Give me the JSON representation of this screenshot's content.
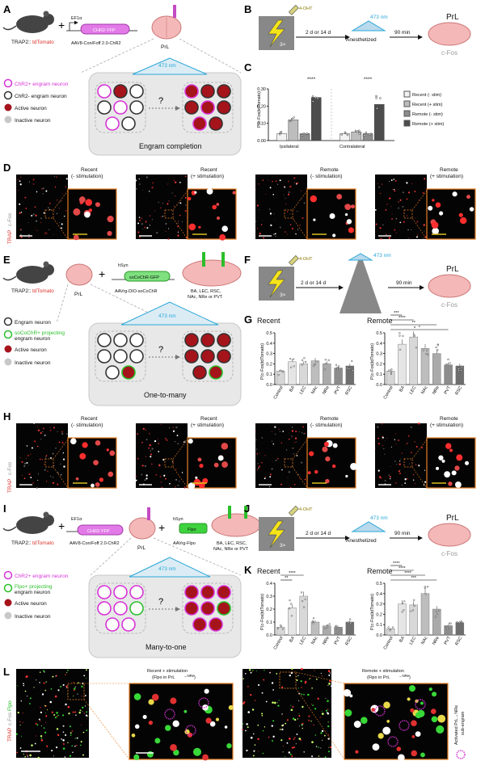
{
  "panels": {
    "A": {
      "label": "A",
      "mouse": "TRAP2::",
      "mouse_tag": "tdTomato",
      "promoter": "EF1α",
      "construct": "CHR2-YFP",
      "virus": "AAV8-Con/Foff 2.0-ChR2",
      "region": "PrL",
      "light": "473 nm",
      "legend": [
        {
          "text": "ChR2+ engram neuron",
          "color": "#d633d6"
        },
        {
          "text": "ChR2- engram neuron",
          "color": "#333333"
        },
        {
          "text": "Active neuron",
          "color": "#a5131b"
        },
        {
          "text": "Inactive neuron",
          "color": "#c8c8c8"
        }
      ],
      "caption": "Engram completion",
      "question": "?"
    },
    "B": {
      "label": "B",
      "drug": "4-OHT",
      "times": "3×",
      "delay": "2 d or 14 d",
      "light": "473 nm",
      "state": "Anesthetized",
      "wait": "90 min",
      "region": "PrL",
      "readout": "c-Fos"
    },
    "C": {
      "label": "C",
      "ylabel": "P(c-Fos|tdTomato)",
      "groups": [
        "Ipsilateral",
        "Contralateral"
      ],
      "sig": "****",
      "legend": [
        "Recent (- stim)",
        "Recent (+ stim)",
        "Remote (- stim)",
        "Remote (+ stim)"
      ],
      "yticks": [
        "0.00",
        "0.10",
        "0.20",
        "0.30"
      ],
      "colors": [
        "#f2f2f2",
        "#bdbdbd",
        "#8c8c8c",
        "#4d4d4d"
      ]
    },
    "D": {
      "label": "D",
      "side": "TRAP",
      "side2": "c-Fos",
      "titles": [
        "Recent\n(- stimulation)",
        "Recent\n(+ stimulation)",
        "Remote\n(- stimulation)",
        "Remote\n(+ stimulation)"
      ]
    },
    "E": {
      "label": "E",
      "mouse": "TRAP2::",
      "mouse_tag": "tdTomato",
      "region": "PrL",
      "promoter": "hSyn",
      "construct": "soCoChR-GFP",
      "virus": "AAVrg-DIO-soCoChR",
      "targets": "BA, LEC, RSC,\nNAc, NRe or PVT",
      "light": "473 nm",
      "legend": [
        {
          "text": "Engram neuron",
          "color": "#333333"
        },
        {
          "text": "soCoChR+ projecting\nengram neuron",
          "color": "#2bbf2b"
        },
        {
          "text": "Active neuron",
          "color": "#a5131b"
        },
        {
          "text": "Inactive neuron",
          "color": "#c8c8c8"
        }
      ],
      "caption": "One-to-many",
      "question": "?"
    },
    "F": {
      "label": "F",
      "drug": "4-OHT",
      "times": "3×",
      "delay": "2 d or 14 d",
      "light": "473 nm",
      "wait": "90 min",
      "region": "PrL",
      "readout": "c-Fos"
    },
    "G": {
      "label": "G",
      "recent_title": "Recent",
      "remote_title": "Remote",
      "ylabel": "P(c-Fos|tdTomato)",
      "categories": [
        "Control",
        "BA",
        "LEC",
        "NAc",
        "NRe",
        "PVT",
        "RSC"
      ],
      "yticks": [
        "0.0",
        "0.1",
        "0.2",
        "0.3",
        "0.4",
        "0.5"
      ],
      "sig": [
        "*",
        "**",
        "****",
        "***"
      ]
    },
    "H": {
      "label": "H",
      "side": "TRAP",
      "side2": "c-Fos",
      "titles": [
        "Recent\n(- stimulation)",
        "Recent\n(+ stimulation)",
        "Remote\n(- stimulation)",
        "Remote\n(+ stimulation)"
      ]
    },
    "I": {
      "label": "I",
      "mouse": "TRAP2::",
      "mouse_tag": "tdTomato",
      "promoter": "EF1α",
      "construct": "CHR2-YFP",
      "virus": "AAV8-Con/Foff 2.0-ChR2",
      "region": "PrL",
      "promoter2": "hSyn",
      "construct2": "Flpo",
      "virus2": "AAVrg-Flpo",
      "targets": "BA, LEC, RSC,\nNAc, NRe or PVT",
      "light": "473 nm",
      "legend": [
        {
          "text": "ChR2+ engram neuron",
          "color": "#d633d6"
        },
        {
          "text": "Flpo+ projecting\nengram neuron",
          "color": "#2bbf2b"
        },
        {
          "text": "Active neuron",
          "color": "#a5131b"
        },
        {
          "text": "Inactive neuron",
          "color": "#c8c8c8"
        }
      ],
      "caption": "Many-to-one",
      "question": "?"
    },
    "J": {
      "label": "J",
      "drug": "4-OHT",
      "times": "3×",
      "delay": "2 d or 14 d",
      "light": "473 nm",
      "state": "Anesthetized",
      "wait": "90 min",
      "region": "PrL",
      "readout": "c-Fos"
    },
    "K": {
      "label": "K",
      "recent_title": "Recent",
      "remote_title": "Remote",
      "ylabel": "P(c-Fos|tdTomato)",
      "categories": [
        "Control",
        "BA",
        "LEC",
        "NAc",
        "NRe",
        "PVT",
        "RSC"
      ],
      "recent_yticks": [
        "0.0",
        "0.1",
        "0.2",
        "0.3",
        "0.4"
      ],
      "remote_yticks": [
        "0.0",
        "0.1",
        "0.2",
        "0.3",
        "0.4",
        "0.5"
      ],
      "sig_recent": [
        "**",
        "****"
      ],
      "sig_remote": [
        "***",
        "****",
        "****",
        "****"
      ]
    },
    "L": {
      "label": "L",
      "side_a": "TRAP",
      "side_b": "c-Fos",
      "side_c": "Flpo",
      "title1": "Recent + stimulation",
      "title1b": "(Flpo in PrL",
      "title1c": "→NRe",
      "title2": "Remote + stimulation",
      "title2b": "(Flpo in PrL",
      "title2c": "→NRe",
      "note": "Activated PrL→NRe\nsub-engram"
    }
  },
  "chart_data": [
    {
      "type": "bar",
      "title": "",
      "ylabel": "P(c-Fos|tdTomato)",
      "categories": [
        "Ipsilateral",
        "Contralateral"
      ],
      "ylim": [
        0,
        0.3
      ],
      "series": [
        {
          "name": "Recent (- stim)",
          "values": [
            0.04,
            0.04
          ]
        },
        {
          "name": "Recent (+ stim)",
          "values": [
            0.12,
            0.05
          ]
        },
        {
          "name": "Remote (- stim)",
          "values": [
            0.04,
            0.04
          ]
        },
        {
          "name": "Remote (+ stim)",
          "values": [
            0.25,
            0.21
          ]
        }
      ]
    },
    {
      "type": "bar",
      "title": "Recent",
      "ylabel": "P(c-Fos|tdTomato)",
      "categories": [
        "Control",
        "BA",
        "LEC",
        "NAc",
        "NRe",
        "PVT",
        "RSC"
      ],
      "ylim": [
        0,
        0.5
      ],
      "values": [
        0.13,
        0.22,
        0.2,
        0.23,
        0.2,
        0.16,
        0.18
      ]
    },
    {
      "type": "bar",
      "title": "Remote",
      "ylabel": "P(c-Fos|tdTomato)",
      "categories": [
        "Control",
        "BA",
        "LEC",
        "NAc",
        "NRe",
        "PVT",
        "RSC"
      ],
      "ylim": [
        0,
        0.5
      ],
      "values": [
        0.13,
        0.39,
        0.46,
        0.35,
        0.3,
        0.19,
        0.18
      ]
    },
    {
      "type": "bar",
      "title": "Recent",
      "ylabel": "P(c-Fos|tdTomato)",
      "categories": [
        "Control",
        "BA",
        "LEC",
        "NAc",
        "NRe",
        "PVT",
        "RSC"
      ],
      "ylim": [
        0,
        0.4
      ],
      "values": [
        0.06,
        0.21,
        0.3,
        0.1,
        0.07,
        0.06,
        0.1
      ]
    },
    {
      "type": "bar",
      "title": "Remote",
      "ylabel": "P(c-Fos|tdTomato)",
      "categories": [
        "Control",
        "BA",
        "LEC",
        "NAc",
        "NRe",
        "PVT",
        "RSC"
      ],
      "ylim": [
        0,
        0.5
      ],
      "values": [
        0.06,
        0.3,
        0.29,
        0.4,
        0.25,
        0.09,
        0.12
      ]
    }
  ]
}
